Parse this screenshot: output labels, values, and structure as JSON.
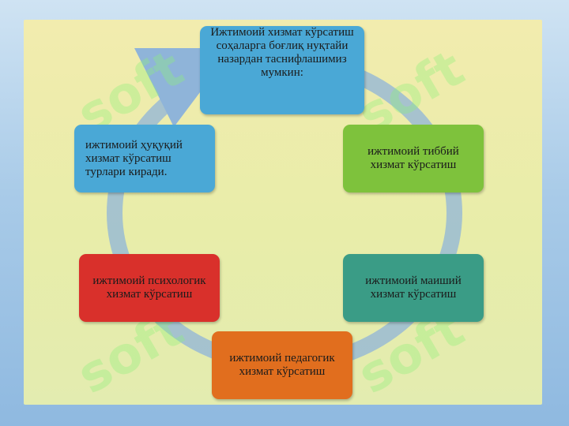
{
  "diagram": {
    "center_text": "Ижтимоий хизмат кўрсатиш соҳаларга боғлиқ нуқтайи назардан таснифлашимиз мумкин:",
    "nodes": [
      {
        "id": "legal",
        "text": "ижтимоий ҳуқуқий хизмат кўрсатиш турлари киради.",
        "color": "#4aa8d6"
      },
      {
        "id": "medical",
        "text": "ижтимоий тиббий хизмат кўрсатиш",
        "color": "#7ec23c"
      },
      {
        "id": "household",
        "text": "ижтимоий маиший хизмат кўрсатиш",
        "color": "#3a9c86"
      },
      {
        "id": "pedagogical",
        "text": "ижтимоий педагогик хизмат кўрсатиш",
        "color": "#e16e1e"
      },
      {
        "id": "psychological",
        "text": "ижтимоий психологик хизмат кўрсатиш",
        "color": "#d9302b"
      }
    ],
    "cycle_color": "#8fb4d9",
    "top_color": "#4aa8d6"
  },
  "watermark": {
    "text": "soft"
  }
}
